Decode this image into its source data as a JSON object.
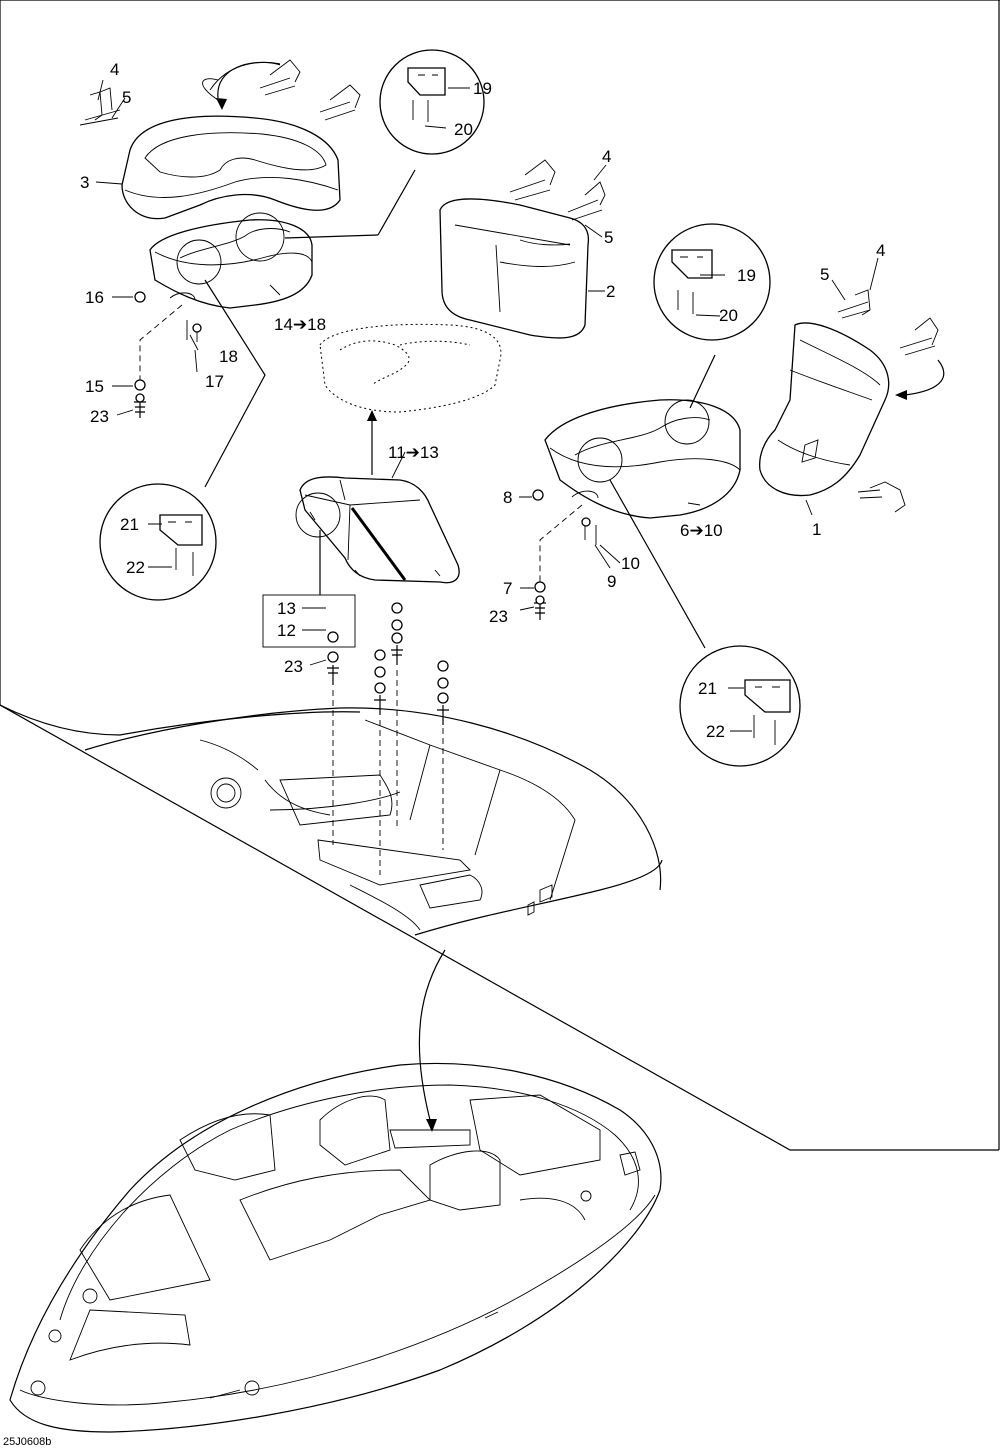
{
  "labels": {
    "l1": "1",
    "l2": "2",
    "l3": "3",
    "l4a": "4",
    "l4b": "4",
    "l4c": "4",
    "l5a": "5",
    "l5b": "5",
    "l5c": "5",
    "l6": "6➔10",
    "l7": "7",
    "l8": "8",
    "l9": "9",
    "l10": "10",
    "l11": "11➔13",
    "l12": "12",
    "l13": "13",
    "l14": "14➔18",
    "l15": "15",
    "l16": "16",
    "l17": "17",
    "l18": "18",
    "l19a": "19",
    "l19b": "19",
    "l20a": "20",
    "l20b": "20",
    "l21a": "21",
    "l21b": "21",
    "l22a": "22",
    "l22b": "22",
    "l23a": "23",
    "l23b": "23",
    "l23c": "23"
  },
  "figure_code": "25J0608b"
}
